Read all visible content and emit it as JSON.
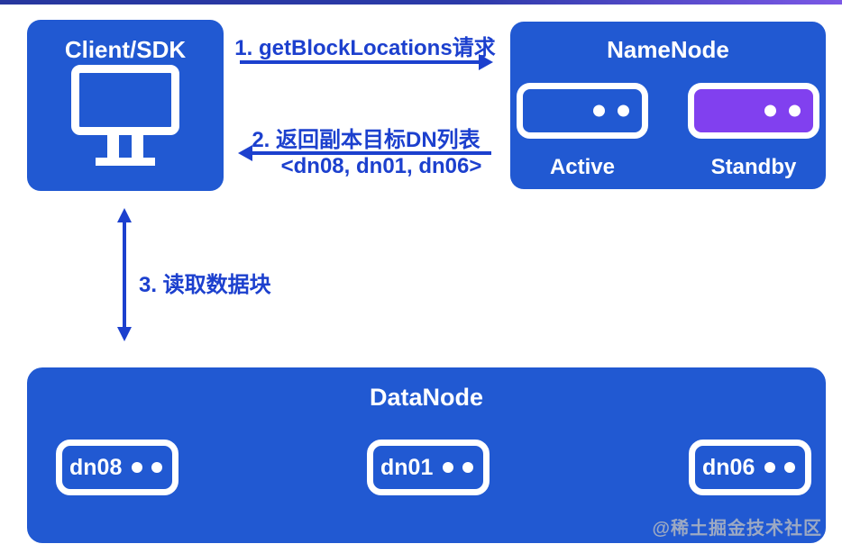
{
  "colors": {
    "primary_blue": "#2159D2",
    "standby_purple": "#8140EF",
    "arrow_text_blue": "#1C40CE",
    "icon_white": "#FFFFFF",
    "top_bar_gradient_start": "#27379E",
    "top_bar_gradient_end": "#7B58E6",
    "watermark_gray": "#B2B7C1"
  },
  "client": {
    "title": "Client/SDK"
  },
  "namenode": {
    "title": "NameNode",
    "nodes": [
      {
        "label": "Active",
        "state_color": "#2159D2"
      },
      {
        "label": "Standby",
        "state_color": "#8140EF"
      }
    ]
  },
  "messages": {
    "step1": "1. getBlockLocations请求",
    "step2": "2. 返回副本目标DN列表",
    "step2_detail": "<dn08, dn01, dn06>",
    "step3": "3. 读取数据块"
  },
  "datanode": {
    "title": "DataNode",
    "nodes": [
      {
        "label": "dn08"
      },
      {
        "label": "dn01"
      },
      {
        "label": "dn06"
      }
    ]
  },
  "watermark": "@稀土掘金技术社区"
}
